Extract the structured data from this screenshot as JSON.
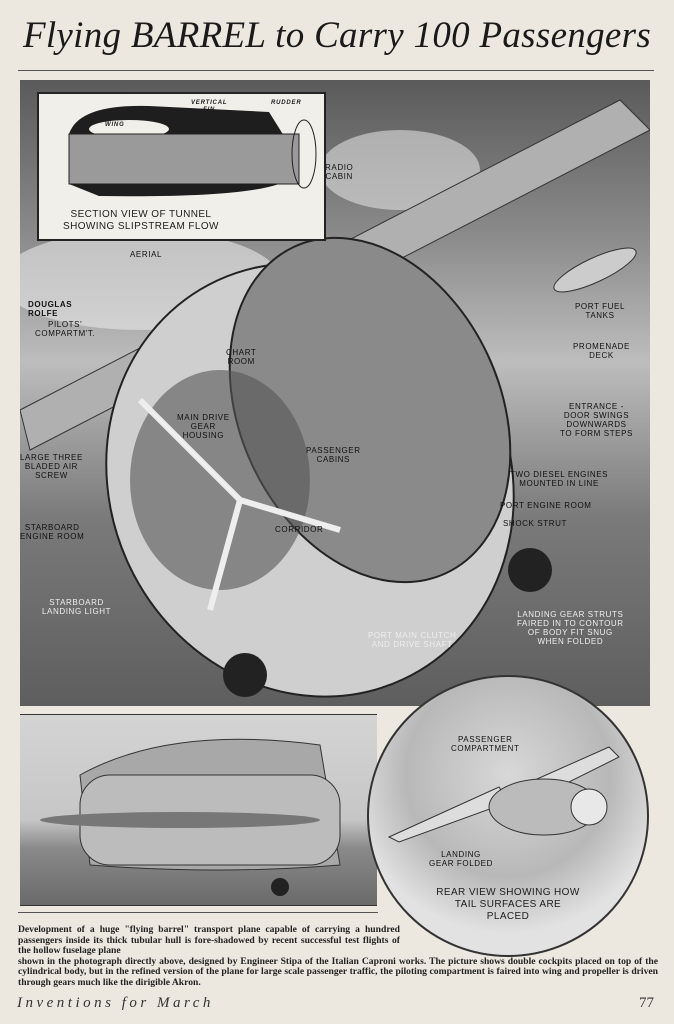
{
  "title": "Flying BARREL to Carry 100 Passengers",
  "inset": {
    "labels": {
      "wing": "WING",
      "vertical_fin": "VERTICAL\nFIN",
      "rudder": "RUDDER"
    },
    "caption": "SECTION VIEW OF TUNNEL\nSHOWING SLIPSTREAM FLOW"
  },
  "illustration": {
    "signature": "DOUGLAS\nROLFE",
    "labels": {
      "radio_cabin": "RADIO\nCABIN",
      "aerial": "AERIAL",
      "pilots_compartment": "PILOTS'\nCOMPARTM'T.",
      "chart_room": "CHART\nROOM",
      "main_drive": "MAIN DRIVE\nGEAR\nHOUSING",
      "air_screw": "LARGE THREE\nBLADED AIR\nSCREW",
      "passenger_cabins": "PASSENGER\nCABINS",
      "starboard_engine": "STARBOARD\nENGINE ROOM",
      "corridor": "CORRIDOR",
      "starboard_light": "STARBOARD\nLANDING LIGHT",
      "port_fuel": "PORT FUEL\nTANKS",
      "promenade": "PROMENADE\nDECK",
      "entrance": "ENTRANCE -\nDOOR SWINGS\nDOWNWARDS\nTO FORM STEPS",
      "diesel": "TWO DIESEL ENGINES\nMOUNTED IN LINE",
      "port_engine": "PORT ENGINE ROOM",
      "shock_strut": "SHOCK STRUT",
      "port_clutch": "PORT MAIN CLUTCH\nAND DRIVE SHAFT",
      "landing_gear": "LANDING GEAR STRUTS\nFAIRED IN TO CONTOUR\nOF BODY FIT SNUG\nWHEN FOLDED"
    }
  },
  "rear_view": {
    "passenger_compartment": "PASSENGER\nCOMPARTMENT",
    "landing_gear_folded": "LANDING\nGEAR FOLDED",
    "caption": "REAR VIEW SHOWING HOW\nTAIL SURFACES ARE\nPLACED"
  },
  "caption": {
    "first": "Development of a huge \"flying barrel\" transport plane capable of carrying a hundred passengers inside its thick tubular hull is fore-shadowed by recent successful test flights of the hollow fuselage plane",
    "rest": "shown in the photograph directly above, designed by Engineer Stipa of the Italian Caproni works. The picture shows double cockpits placed on top of the cylindrical body, but in the refined version of the plane for large scale passenger traffic, the piloting compartment is faired into wing and propeller is driven through gears much like the dirigible Akron."
  },
  "footer": {
    "section": "Inventions for March",
    "page_number": "77"
  }
}
